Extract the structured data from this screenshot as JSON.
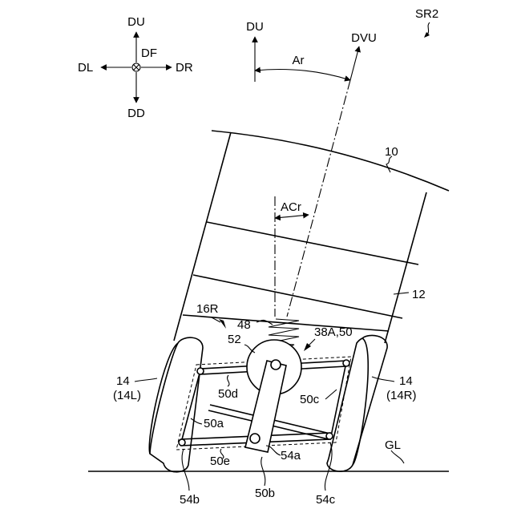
{
  "figure_id": "SR2",
  "compass": {
    "up": "DU",
    "down": "DD",
    "left": "DL",
    "right": "DR",
    "front": "DF"
  },
  "vertical_ref": {
    "axis": "DU",
    "tilted_axis": "DVU",
    "angle": "Ar"
  },
  "body": {
    "ref": "10",
    "frame_ref": "12",
    "inner_angle": "ACr"
  },
  "suspension": {
    "group": "16R",
    "spring": "48",
    "hub": "52",
    "actuator": "38A,50",
    "link_upper": "50d",
    "link_lower": "50e",
    "link_left": "50a",
    "link_right": "50c",
    "center_arm": "50b",
    "joint_center": "54a",
    "joint_left": "54b",
    "joint_right": "54c"
  },
  "wheels": {
    "left_ref": "14",
    "left_sub": "(14L)",
    "right_ref": "14",
    "right_sub": "(14R)"
  },
  "ground": "GL"
}
